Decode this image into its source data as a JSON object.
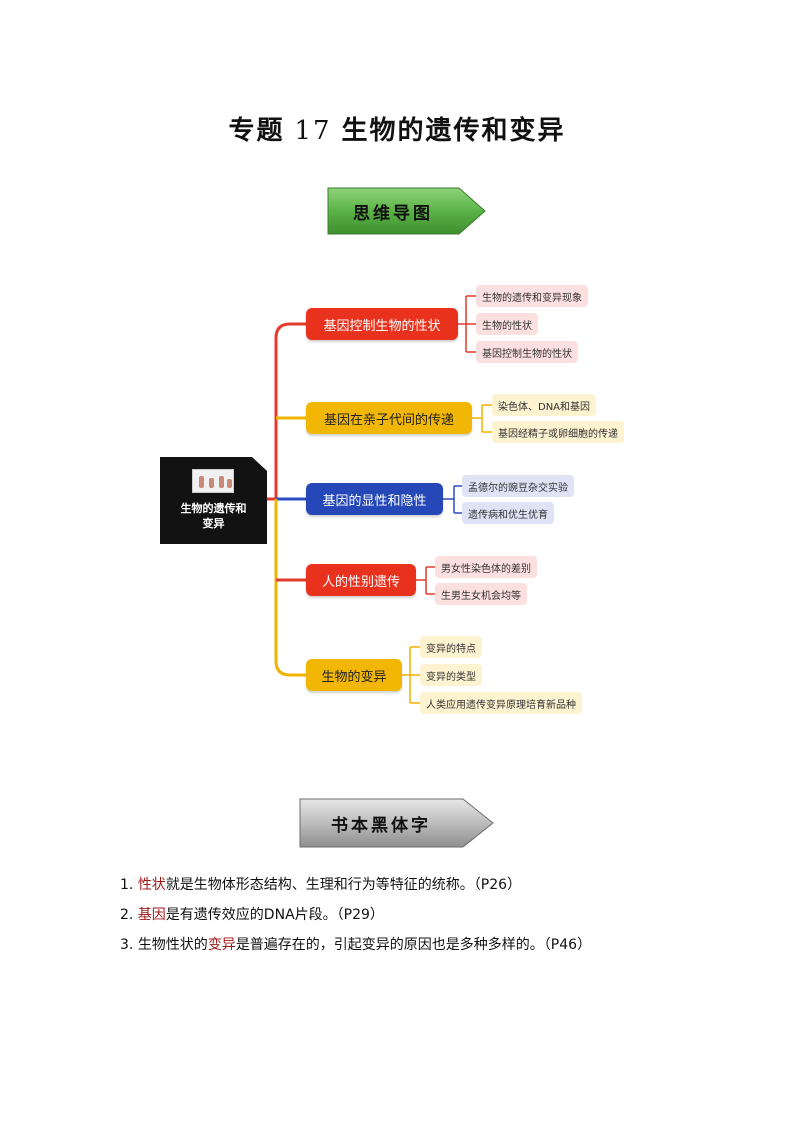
{
  "title": {
    "prefix": "专题",
    "number": "17",
    "text": "生物的遗传和变异"
  },
  "banners": {
    "mindmap": "思维导图",
    "textbook": "书本黑体字"
  },
  "mindmap": {
    "root": "生物的遗传和变异",
    "colors": {
      "red": "#e8321e",
      "yellow": "#f2b705",
      "blue": "#2547b8",
      "line_red": "#e23b2c",
      "line_yellow": "#f0b400",
      "line_blue": "#2a4cc0"
    },
    "branches": [
      {
        "label": "基因控制生物的性状",
        "leaves": [
          "生物的遗传和变异现象",
          "生物的性状",
          "基因控制生物的性状"
        ]
      },
      {
        "label": "基因在亲子代间的传递",
        "leaves": [
          "染色体、DNA和基因",
          "基因经精子或卵细胞的传递"
        ]
      },
      {
        "label": "基因的显性和隐性",
        "leaves": [
          "孟德尔的豌豆杂交实验",
          "遗传病和优生优育"
        ]
      },
      {
        "label": "人的性别遗传",
        "leaves": [
          "男女性染色体的差别",
          "生男生女机会均等"
        ]
      },
      {
        "label": "生物的变异",
        "leaves": [
          "变异的特点",
          "变异的类型",
          "人类应用遗传变异原理培育新品种"
        ]
      }
    ]
  },
  "notes": [
    {
      "num": "1.",
      "highlight": "性状",
      "text": "就是生物体形态结构、生理和行为等特征的统称。（P26）"
    },
    {
      "num": "2.",
      "highlight": "基因",
      "text": "是有遗传效应的DNA片段。（P29）"
    },
    {
      "num": "3.",
      "pre": "生物性状的",
      "highlight": "变异",
      "text": "是普遍存在的，引起变异的原因也是多种多样的。（P46）"
    }
  ]
}
